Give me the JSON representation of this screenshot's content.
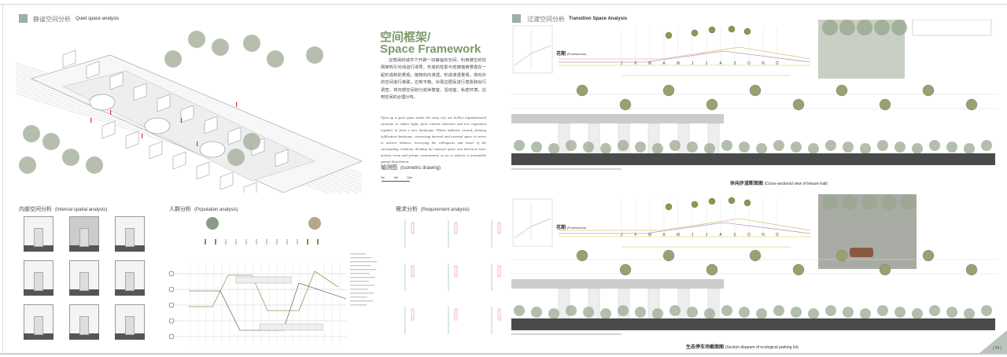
{
  "left_page": {
    "header": {
      "cn": "静谧空间分析",
      "en": "Quiet space analysis"
    },
    "framework": {
      "title_cn": "空间框架/",
      "title_en": "Space Framework",
      "paragraph_cn": "在喧闹的城市下开辟一块静谧的空间，利用镂空的柱网架构引光线进行诱导，形成的柱影与低矮植被景观在一起形成新的景观。植物向内渗透，形成渗透景观，将内外的空间进行串联，达到平衡。对周边居民进行意愿和出行调查，将内部空间划分成休憩室、活动室、私密环境，达到空间的合理分布。",
      "paragraph_en": "Open up a quiet space under the noisy city, use hollow organizational structure to induce light, form column reflection and low vegetation together to form a new landscape. Plants infiltrate inward, forming infiltration landscape, connecting internal and external space in series to achieve balance. Surveying the willingness and travel of the surrounding residents, dividing the internal space into diversion lane, activity room and private environment, so as to achieve a reasonable spatial distribution.",
      "drawing_label_cn": "轴测图",
      "drawing_label_en": "(Isometric drawing)",
      "scale": [
        "0m",
        "5m",
        "10m"
      ]
    },
    "internal": {
      "cn": "内部空间分析",
      "en": "(Internal spatial analysis)"
    },
    "population": {
      "cn": "人群分析",
      "en": "(Population analysis)"
    },
    "requirement": {
      "cn": "需求分析",
      "en": "(Requirement analysis)"
    }
  },
  "right_page": {
    "header": {
      "cn": "过渡空间分析",
      "en": "Transition Space Analysis"
    },
    "florescence_label": {
      "cn": "花期",
      "en": "(Florescence)"
    },
    "months": [
      "J",
      "F",
      "M",
      "A",
      "M",
      "J",
      "J",
      "A",
      "S",
      "O",
      "N",
      "D"
    ],
    "section1": {
      "cn": "休闲步道断面图",
      "en": "(Cross-sectional view of leisure trail)"
    },
    "section2": {
      "cn": "生态停车场截面图",
      "en": "(Section diagram of ecological parking lot)"
    },
    "page_number": "[ 09 ]"
  },
  "colors": {
    "accent": "#9db0a6",
    "title_green": "#7d9a6b",
    "tree": "#a9b4a0",
    "ground": "#4a4a4a"
  }
}
